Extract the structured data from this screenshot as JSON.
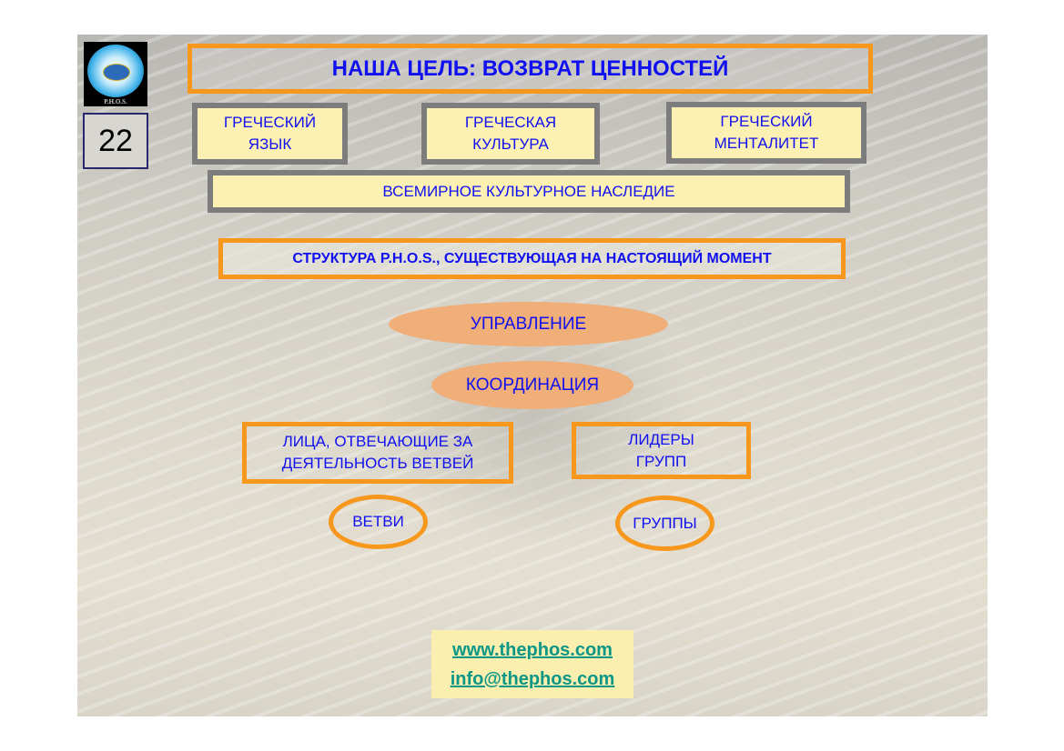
{
  "logo": {
    "text": "P.H.O.S."
  },
  "page_number": "22",
  "title": "НАША ЦЕЛЬ: ВОЗВРАТ ЦЕННОСТЕЙ",
  "pillars": [
    {
      "line1": "ГРЕЧЕСКИЙ",
      "line2": "ЯЗЫК"
    },
    {
      "line1": "ГРЕЧЕСКАЯ",
      "line2": "КУЛЬТУРА"
    },
    {
      "line1": "ГРЕЧЕСКИЙ",
      "line2": "МЕНТАЛИТЕТ"
    }
  ],
  "heritage": "ВСЕМИРНОЕ КУЛЬТУРНОЕ НАСЛЕДИЕ",
  "structure": "СТРУКТУРА P.H.O.S., СУЩЕСТВУЮЩАЯ НА НАСТОЯЩИЙ МОМЕНТ",
  "management": "УПРАВЛЕНИЕ",
  "coordination": "КООРДИНАЦИЯ",
  "branch_heads": {
    "line1": "ЛИЦА, ОТВЕЧАЮЩИЕ ЗА",
    "line2": "ДЕЯТЕЛЬНОСТЬ ВЕТВЕЙ"
  },
  "group_leaders": {
    "line1": "ЛИДЕРЫ",
    "line2": "ГРУПП"
  },
  "branches": "ВЕТВИ",
  "groups": "ГРУППЫ",
  "contacts": {
    "website": "www.thephos.com",
    "email": "info@thephos.com"
  },
  "colors": {
    "orange": "#f7981d",
    "blue": "#1010f0",
    "teal": "#0c9686",
    "yellow": "#fcf0b2"
  }
}
